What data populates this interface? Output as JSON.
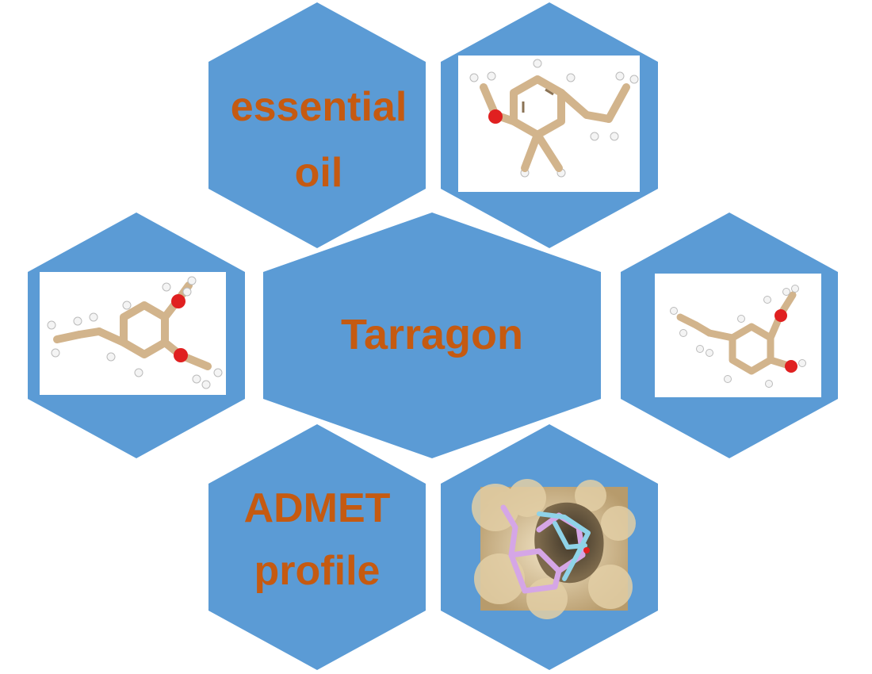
{
  "colors": {
    "hex_fill": "#5b9bd5",
    "text": "#c55a11",
    "panel": "#ffffff",
    "bond_carbon": "#d2b48c",
    "bond_carbon_dark": "#8b7355",
    "oxygen": "#e02020",
    "hydrogen": "#f4f4f4",
    "surface": "#e3cfa6",
    "ligand_pink": "#d5a6e6",
    "ligand_cyan": "#8fd3e8"
  },
  "labels": {
    "essential_oil_line1": "essential",
    "essential_oil_line2": "oil",
    "center": "Tarragon",
    "admet_line1": "ADMET",
    "admet_line2": "profile"
  },
  "icons": {
    "molecule_top": "estragole-molecule-icon",
    "molecule_left": "methyleugenol-molecule-icon",
    "molecule_right": "eugenol-molecule-icon",
    "docking": "docking-pose-icon"
  }
}
